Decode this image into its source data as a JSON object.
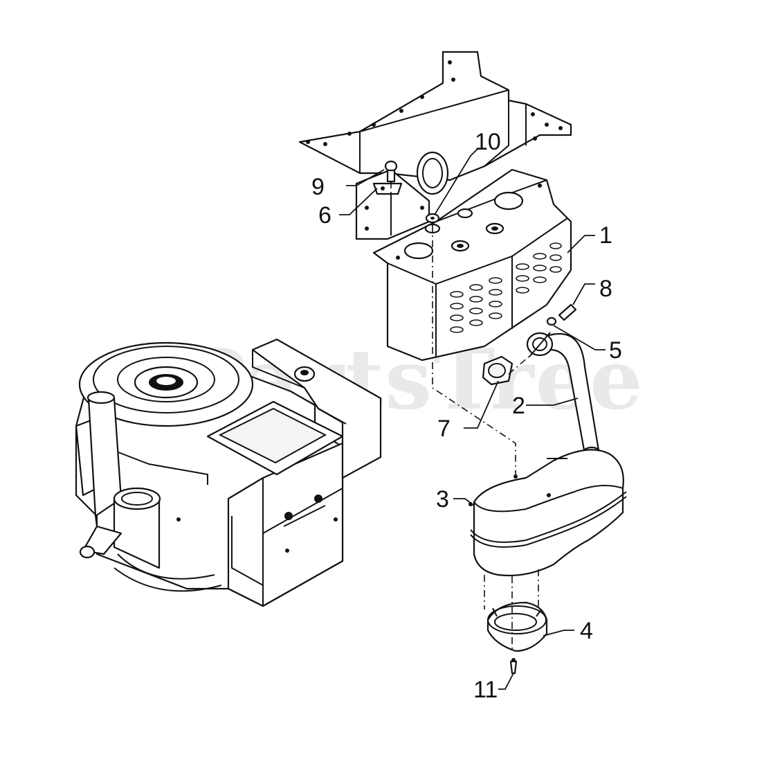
{
  "watermark": "PartsTree",
  "callouts": [
    {
      "id": "c1",
      "text": "1"
    },
    {
      "id": "c2",
      "text": "2"
    },
    {
      "id": "c3",
      "text": "3"
    },
    {
      "id": "c4",
      "text": "4"
    },
    {
      "id": "c5",
      "text": "5"
    },
    {
      "id": "c6",
      "text": "6"
    },
    {
      "id": "c7",
      "text": "7"
    },
    {
      "id": "c8",
      "text": "8"
    },
    {
      "id": "c9",
      "text": "9"
    },
    {
      "id": "c10",
      "text": "10"
    },
    {
      "id": "c11",
      "text": "11"
    }
  ]
}
